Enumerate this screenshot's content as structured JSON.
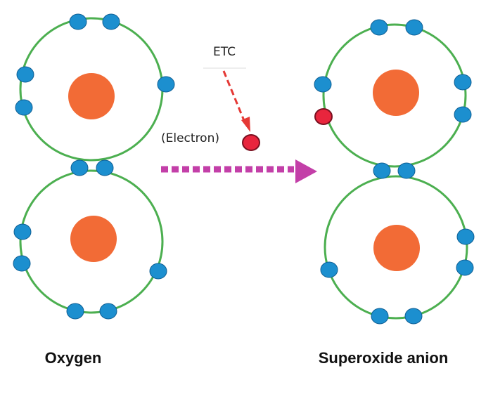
{
  "labels": {
    "etc": "ETC",
    "electron": "(Electron)",
    "oxygen": "Oxygen",
    "superoxide": "Superoxide anion"
  },
  "colors": {
    "orbit": "#4caf50",
    "nucleus": "#f26b36",
    "electron": "#1c8fcf",
    "electron_stroke": "#0f5f94",
    "extra_electron": "#e8253d",
    "extra_electron_stroke": "#7a1020",
    "etc_arrow": "#e53935",
    "reaction_arrow": "#c33fa8"
  }
}
